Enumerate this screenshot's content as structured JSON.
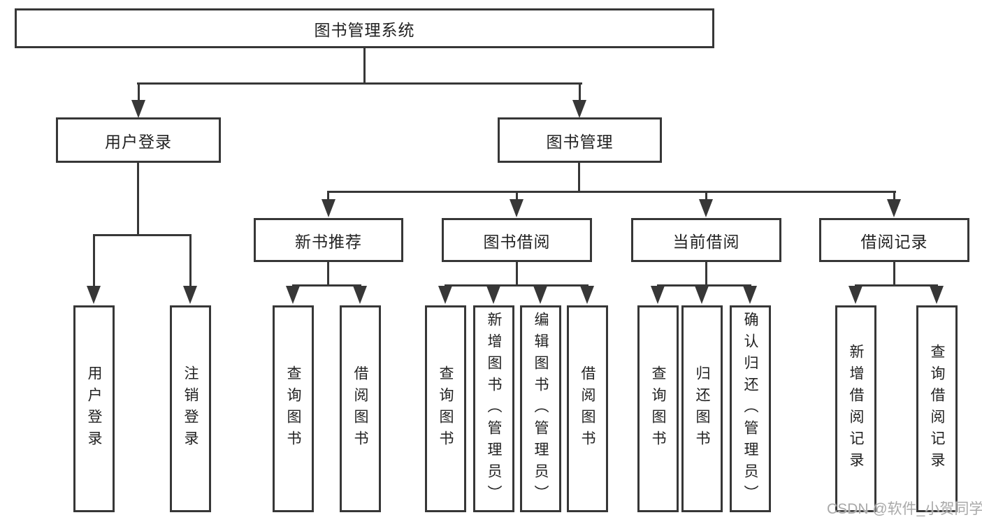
{
  "tree": {
    "label": "图书管理系统",
    "children": [
      {
        "label": "用户登录",
        "children": [
          {
            "label": "用户登录"
          },
          {
            "label": "注销登录"
          }
        ]
      },
      {
        "label": "图书管理",
        "children": [
          {
            "label": "新书推荐",
            "children": [
              {
                "label": "查询图书"
              },
              {
                "label": "借阅图书"
              }
            ]
          },
          {
            "label": "图书借阅",
            "children": [
              {
                "label": "查询图书"
              },
              {
                "label": "新增图书（管理员）"
              },
              {
                "label": "编辑图书（管理员）"
              },
              {
                "label": "借阅图书"
              }
            ]
          },
          {
            "label": "当前借阅",
            "children": [
              {
                "label": "查询图书"
              },
              {
                "label": "归还图书"
              },
              {
                "label": "确认归还（管理员）"
              }
            ]
          },
          {
            "label": "借阅记录",
            "children": [
              {
                "label": "新增借阅记录"
              },
              {
                "label": "查询借阅记录"
              }
            ]
          }
        ]
      }
    ]
  },
  "watermark": "CSDN @软件_小贺同学",
  "colors": {
    "line": "#373737",
    "background": "#ffffff",
    "text": "#222222",
    "watermark": "#a9a9a9"
  }
}
